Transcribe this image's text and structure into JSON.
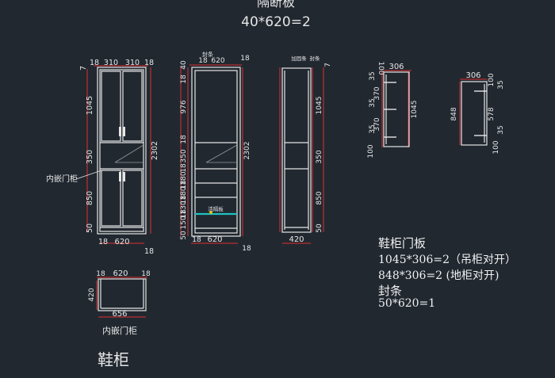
{
  "top_title_partial": "隔断板",
  "top_title_dims": "40*620=2",
  "labels": {
    "inner_door_cabinet": "内嵌门柜",
    "seal_strip_short": "封条",
    "reinforce_strip": "加固条",
    "slide_board": "活隔板",
    "plan_caption": "内嵌门柜",
    "main_title": "鞋柜"
  },
  "notes": {
    "heading": "鞋柜门板",
    "line1": "1045*306=2（吊柜对开）",
    "line2": "848*306=2  (地柜对开)",
    "heading2": "封条",
    "line3": "50*620=1"
  },
  "dims": {
    "front": {
      "top_left": "18",
      "w1": "310",
      "w2": "310",
      "top_right": "18",
      "d7": "7",
      "h_upper": "1045",
      "h_mid": "350",
      "h_lower": "850",
      "h_base": "50",
      "h_total": "2302",
      "bottom_left": "18",
      "bottom_w": "620",
      "bottom_right": "18"
    },
    "inner": {
      "top_left": "18",
      "w": "620",
      "top_right": "18",
      "h40": "40",
      "h18a": "18",
      "h976": "976",
      "h18b": "18",
      "h350": "350",
      "h18c": "18",
      "h180": "180",
      "h18d": "18",
      "h180b": "180",
      "h18e": "18",
      "h130": "130",
      "h18f": "18",
      "h150": "150",
      "h50": "50",
      "h_total": "2302",
      "bottom_left": "18",
      "bottom_w": "620",
      "bottom_right": "18"
    },
    "side": {
      "d7": "7",
      "h_upper": "1045",
      "h_mid": "350",
      "h_lower": "850",
      "h_base": "50",
      "bottom_w": "420"
    },
    "door1": {
      "w": "306",
      "h100": "100",
      "h35a": "35",
      "h370a": "370",
      "h35b": "35",
      "h370b": "370",
      "h35c": "35",
      "h100b": "100",
      "total": "1045"
    },
    "door2": {
      "w": "306",
      "h100": "100",
      "h35a": "35",
      "h578": "578",
      "h35b": "35",
      "h100b": "100",
      "total": "848"
    },
    "plan": {
      "left": "18",
      "w": "620",
      "right": "18",
      "depth": "420",
      "bottom": "656"
    }
  },
  "colors": {
    "background": "#212830",
    "line": "#e6e6e6",
    "dim": "#e03030",
    "accent": "#20c0c0",
    "yellow": "#e0c000"
  }
}
